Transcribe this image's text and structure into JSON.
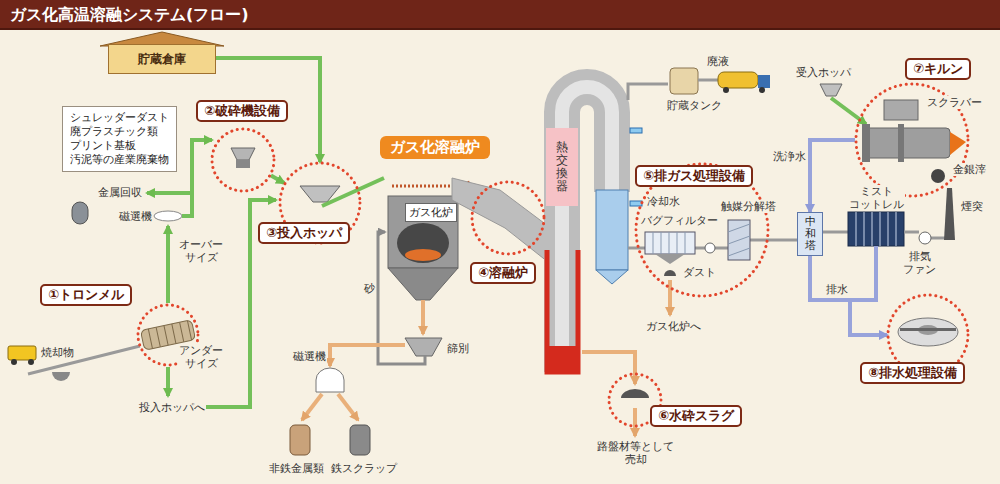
{
  "diagram": {
    "title": "ガス化高温溶融システム(フロー)",
    "nodes": [
      {
        "text": [
          "貯蔵倉庫"
        ]
      },
      {
        "text": [
          "シュレッダーダスト 廃プラスチック類 プリント基板 汚泥等の産業廃棄物"
        ]
      },
      {
        "text": [
          "①トロンメル"
        ]
      },
      {
        "text": [
          "②破砕機設備"
        ]
      },
      {
        "text": [
          "③投入ホッパ"
        ]
      },
      {
        "text": [
          "ガス化溶融炉"
        ]
      },
      {
        "text": [
          "④溶融炉"
        ]
      },
      {
        "text": [
          "ガス化炉"
        ]
      },
      {
        "text": [
          "熱交換器"
        ]
      },
      {
        "text": [
          "⑤排ガス処理設備"
        ]
      },
      {
        "text": [
          "⑥水砕スラグ"
        ]
      },
      {
        "text": [
          "⑦キルン"
        ]
      },
      {
        "text": [
          "中和塔"
        ]
      },
      {
        "text": [
          "⑧排水処理設備"
        ]
      }
    ],
    "edges": [
      {
        "from": 0,
        "to": 4,
        "arrow": "to"
      },
      {
        "from": 3,
        "to": 4,
        "arrow": "to"
      },
      {
        "from": 11,
        "to": 12,
        "label": "洗浄水",
        "arrow": "to"
      },
      {
        "from": 12,
        "to": 13,
        "label": "排水",
        "arrow": "to"
      }
    ],
    "labels": [
      "金属回収",
      "磁選機",
      "オーバー サイズ",
      "焼却物",
      "アンダー サイズ",
      "投入ホッパへ",
      "砂",
      "篩別",
      "磁選機",
      "非鉄金属類",
      "鉄スクラップ",
      "廃液",
      "貯蔵タンク",
      "冷却水",
      "バグフィルター",
      "触媒分解塔",
      "ダスト",
      "ガス化炉へ",
      "路盤材等として 売却",
      "受入ホッパ",
      "スクラバー",
      "金銀滓",
      "煙突",
      "ミスト コットレル",
      "排気 ファン"
    ]
  }
}
